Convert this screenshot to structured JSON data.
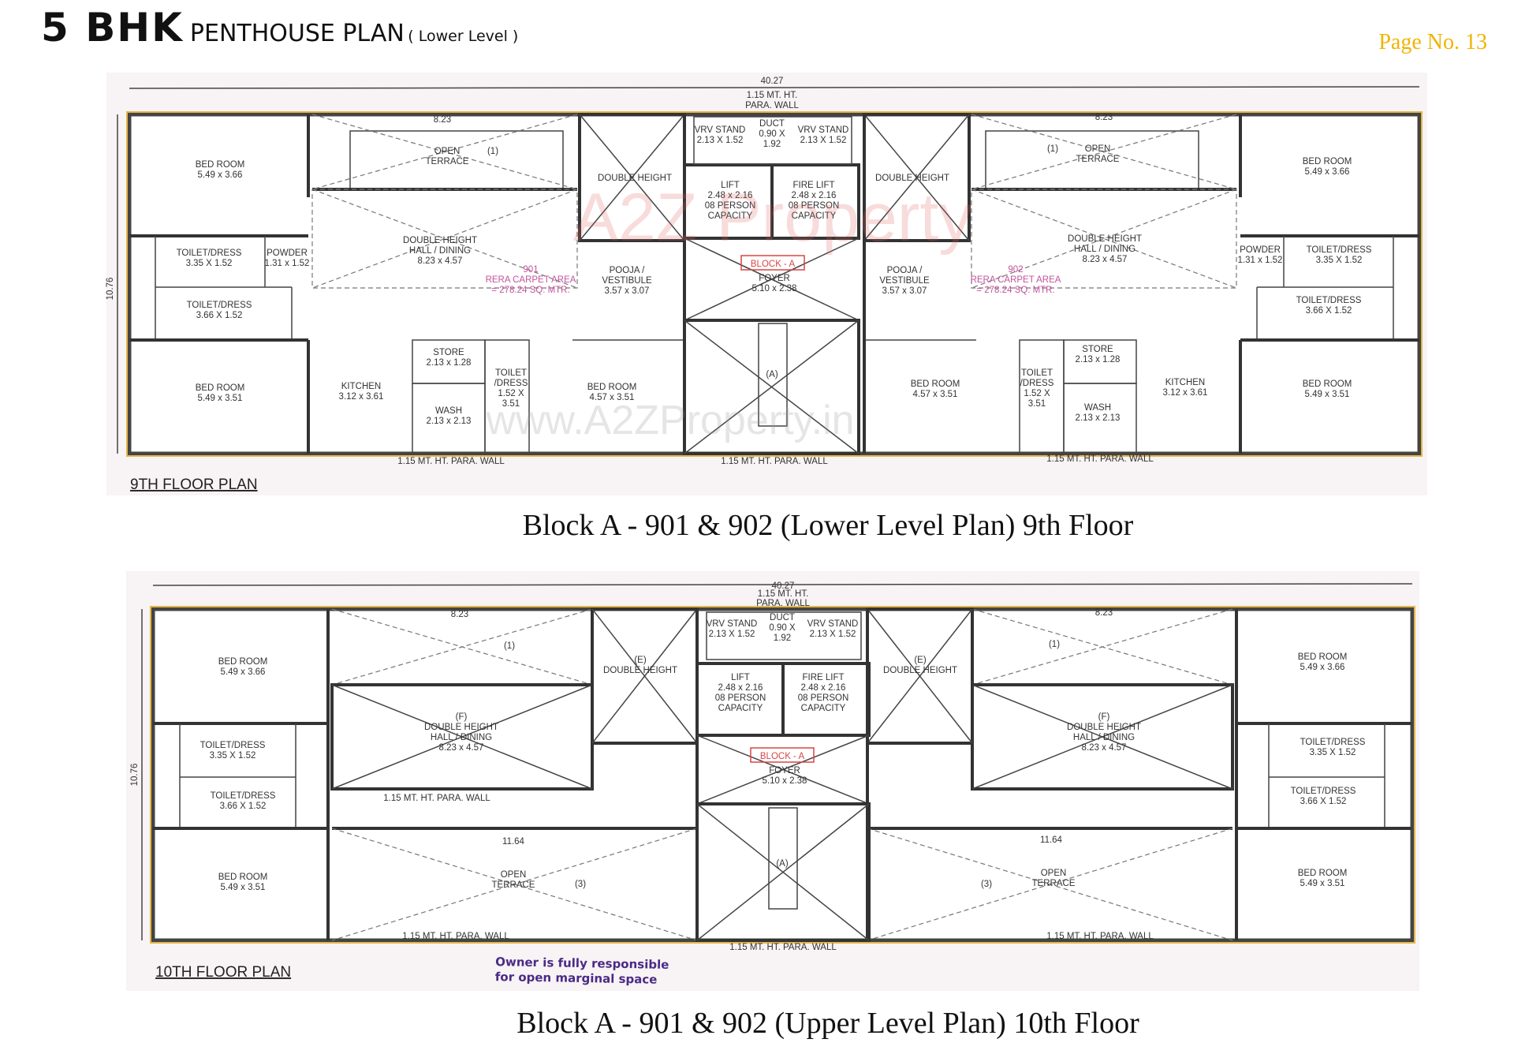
{
  "header": {
    "title_main": "5 BHK",
    "title_sub": "PENTHOUSE PLAN",
    "title_paren": "( Lower Level )",
    "page_no": "Page No. 13"
  },
  "colors": {
    "page_no": "#f0b400",
    "rera_label": "#c2549a",
    "block_label": "#d84545",
    "note": "#4a2a86"
  },
  "watermark": {
    "logo": "A2Z Property",
    "url": "www.A2ZProperty.in"
  },
  "plans": [
    {
      "floor_label": "9TH FLOOR PLAN",
      "caption": "Block A - 901 & 902 (Lower Level Plan) 9th Floor",
      "overall_width": "40.27",
      "overall_depth": "10.76",
      "para_wall_top": [
        "1.15 MT. HT.",
        "PARA. WALL"
      ],
      "para_wall": "1.15 MT. HT. PARA. WALL",
      "labels": [
        {
          "lines": [
            "BED ROOM",
            "5.49 x 3.66"
          ]
        },
        {
          "lines": [
            "OPEN",
            "TERRACE"
          ]
        },
        {
          "lines": [
            "DOUBLE HEIGHT",
            "HALL / DINING",
            "8.23 x 4.57"
          ]
        },
        {
          "lines": [
            "901",
            "RERA CARPET AREA",
            "= 278.24 SQ. MTR."
          ],
          "style": "pink"
        },
        {
          "lines": [
            "TOILET/DRESS",
            "3.35 X 1.52"
          ]
        },
        {
          "lines": [
            "POWDER",
            "1.31 x 1.52"
          ]
        },
        {
          "lines": [
            "TOILET/DRESS",
            "3.66 X 1.52"
          ]
        },
        {
          "lines": [
            "BED ROOM",
            "5.49 x 3.51"
          ]
        },
        {
          "lines": [
            "KITCHEN",
            "3.12 x 3.61"
          ]
        },
        {
          "lines": [
            "STORE",
            "2.13 x 1.28"
          ]
        },
        {
          "lines": [
            "WASH",
            "2.13 x 2.13"
          ]
        },
        {
          "lines": [
            "TOILET",
            "/DRESS",
            "1.52 X",
            "3.51"
          ]
        },
        {
          "lines": [
            "BED ROOM",
            "4.57 x 3.51"
          ]
        },
        {
          "lines": [
            "POOJA /",
            "VESTIBULE",
            "3.57 x 3.07"
          ]
        },
        {
          "lines": [
            "DOUBLE HEIGHT"
          ]
        },
        {
          "lines": [
            "VRV STAND",
            "2.13 X 1.52"
          ]
        },
        {
          "lines": [
            "DUCT",
            "0.90 X",
            "1.92"
          ]
        },
        {
          "lines": [
            "VRV STAND",
            "2.13 X 1.52"
          ]
        },
        {
          "lines": [
            "LIFT",
            "2.48 x 2.16",
            "08 PERSON",
            "CAPACITY"
          ]
        },
        {
          "lines": [
            "FIRE LIFT",
            "2.48 x 2.16",
            "08 PERSON",
            "CAPACITY"
          ]
        },
        {
          "lines": [
            "BLOCK - A"
          ],
          "style": "red"
        },
        {
          "lines": [
            "FOYER",
            "5.10 x 2.38"
          ]
        },
        {
          "lines": [
            "(A)"
          ]
        },
        {
          "lines": [
            "DOUBLE HEIGHT"
          ]
        },
        {
          "lines": [
            "POOJA /",
            "VESTIBULE",
            "3.57 x 3.07"
          ]
        },
        {
          "lines": [
            "DOUBLE HEIGHT",
            "HALL / DINING",
            "8.23 x 4.57"
          ]
        },
        {
          "lines": [
            "902",
            "RERA CARPET AREA",
            "= 278.24 SQ. MTR."
          ],
          "style": "pink"
        },
        {
          "lines": [
            "OPEN",
            "TERRACE"
          ]
        },
        {
          "lines": [
            "BED ROOM",
            "5.49 x 3.66"
          ]
        },
        {
          "lines": [
            "POWDER",
            "1.31 x 1.52"
          ]
        },
        {
          "lines": [
            "TOILET/DRESS",
            "3.35 X 1.52"
          ]
        },
        {
          "lines": [
            "TOILET/DRESS",
            "3.66 X 1.52"
          ]
        },
        {
          "lines": [
            "BED ROOM",
            "5.49 x 3.51"
          ]
        },
        {
          "lines": [
            "KITCHEN",
            "3.12 x 3.61"
          ]
        },
        {
          "lines": [
            "STORE",
            "2.13 x 1.28"
          ]
        },
        {
          "lines": [
            "WASH",
            "2.13 x 2.13"
          ]
        },
        {
          "lines": [
            "TOILET",
            "/DRESS",
            "1.52 X",
            "3.51"
          ]
        },
        {
          "lines": [
            "BED ROOM",
            "4.57 x 3.51"
          ]
        },
        {
          "lines": [
            "(1)"
          ]
        },
        {
          "lines": [
            "(1)"
          ]
        },
        {
          "lines": [
            "8.23"
          ]
        },
        {
          "lines": [
            "8.23"
          ]
        }
      ]
    },
    {
      "floor_label": "10TH FLOOR PLAN",
      "caption": "Block A - 901 & 902 (Upper Level Plan) 10th Floor",
      "overall_width": "40.27",
      "overall_depth": "10.76",
      "para_wall_top": [
        "1.15 MT. HT.",
        "PARA. WALL"
      ],
      "para_wall": "1.15 MT. HT. PARA. WALL",
      "labels": [
        {
          "lines": [
            "BED ROOM",
            "5.49 x 3.66"
          ]
        },
        {
          "lines": [
            "(1)"
          ]
        },
        {
          "lines": [
            "8.23"
          ]
        },
        {
          "lines": [
            "(F)",
            "DOUBLE HEIGHT",
            "HALL / DINING",
            "8.23 x 4.57"
          ]
        },
        {
          "lines": [
            "TOILET/DRESS",
            "3.35 X 1.52"
          ]
        },
        {
          "lines": [
            "TOILET/DRESS",
            "3.66 X 1.52"
          ]
        },
        {
          "lines": [
            "BED ROOM",
            "5.49 x 3.51"
          ]
        },
        {
          "lines": [
            "11.64"
          ]
        },
        {
          "lines": [
            "OPEN",
            "TERRACE"
          ]
        },
        {
          "lines": [
            "(3)"
          ]
        },
        {
          "lines": [
            "(E)",
            "DOUBLE HEIGHT"
          ]
        },
        {
          "lines": [
            "VRV STAND",
            "2.13 X 1.52"
          ]
        },
        {
          "lines": [
            "DUCT",
            "0.90 X",
            "1.92"
          ]
        },
        {
          "lines": [
            "VRV STAND",
            "2.13 X 1.52"
          ]
        },
        {
          "lines": [
            "LIFT",
            "2.48 x 2.16",
            "08 PERSON",
            "CAPACITY"
          ]
        },
        {
          "lines": [
            "FIRE LIFT",
            "2.48 x 2.16",
            "08 PERSON",
            "CAPACITY"
          ]
        },
        {
          "lines": [
            "BLOCK - A"
          ],
          "style": "red"
        },
        {
          "lines": [
            "FOYER",
            "5.10 x 2.38"
          ]
        },
        {
          "lines": [
            "(A)"
          ]
        },
        {
          "lines": [
            "(E)",
            "DOUBLE HEIGHT"
          ]
        },
        {
          "lines": [
            "(1)"
          ]
        },
        {
          "lines": [
            "8.23"
          ]
        },
        {
          "lines": [
            "(F)",
            "DOUBLE HEIGHT",
            "HALL / DINING",
            "8.23 x 4.57"
          ]
        },
        {
          "lines": [
            "11.64"
          ]
        },
        {
          "lines": [
            "OPEN",
            "TERRACE"
          ]
        },
        {
          "lines": [
            "(3)"
          ]
        },
        {
          "lines": [
            "BED ROOM",
            "5.49 x 3.66"
          ]
        },
        {
          "lines": [
            "TOILET/DRESS",
            "3.35 X 1.52"
          ]
        },
        {
          "lines": [
            "TOILET/DRESS",
            "3.66 X 1.52"
          ]
        },
        {
          "lines": [
            "BED ROOM",
            "5.49 x 3.51"
          ]
        }
      ]
    }
  ],
  "note": [
    "Owner is fully responsible",
    "for open marginal space"
  ]
}
